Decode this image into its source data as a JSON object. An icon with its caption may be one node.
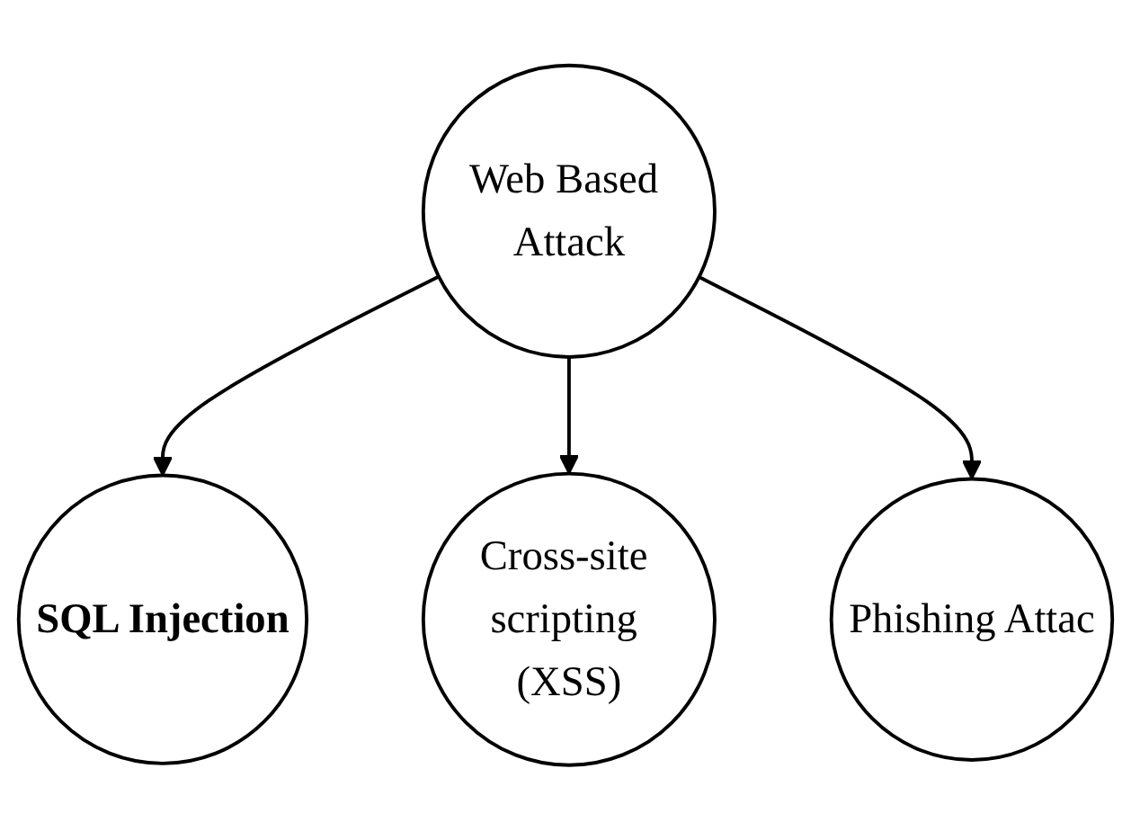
{
  "diagram": {
    "nodes": [
      {
        "text": [
          "Web Based Attack"
        ]
      },
      {
        "text": [
          "SQL Injection"
        ]
      },
      {
        "text": [
          "Cross-site scripting (XSS)"
        ]
      },
      {
        "text": [
          "Phishing Attac"
        ]
      }
    ],
    "edges": [
      {
        "from": 0,
        "to": 1,
        "arrow": "to"
      },
      {
        "from": 0,
        "to": 2,
        "arrow": "to"
      },
      {
        "from": 0,
        "to": 3,
        "arrow": "to"
      }
    ]
  }
}
